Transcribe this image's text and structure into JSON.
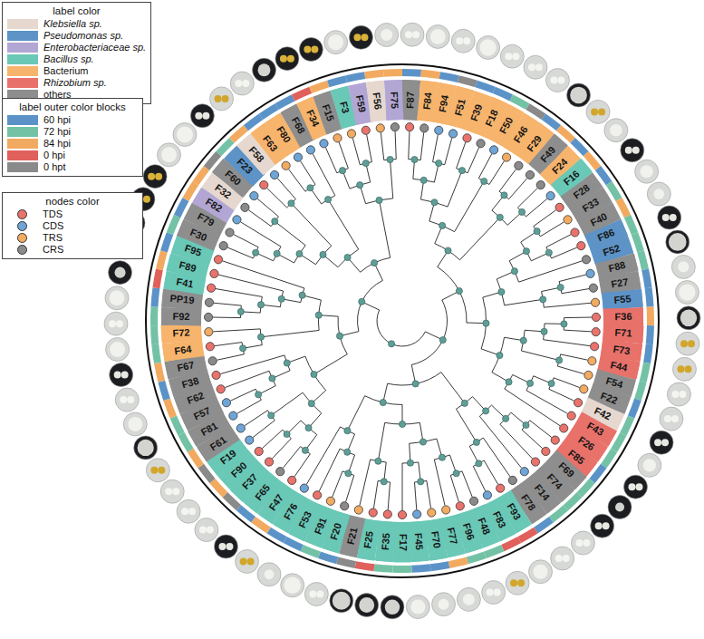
{
  "diagram": {
    "nodes": [
      {
        "text": [
          "F87"
        ]
      },
      {
        "text": [
          "F84"
        ]
      },
      {
        "text": [
          "F94"
        ]
      },
      {
        "text": [
          "F51"
        ]
      },
      {
        "text": [
          "F39"
        ]
      },
      {
        "text": [
          "F18"
        ]
      },
      {
        "text": [
          "F50"
        ]
      },
      {
        "text": [
          "F46"
        ]
      },
      {
        "text": [
          "F29"
        ]
      },
      {
        "text": [
          "F49"
        ]
      },
      {
        "text": [
          "F24"
        ]
      },
      {
        "text": [
          "F16"
        ]
      },
      {
        "text": [
          "F28"
        ]
      },
      {
        "text": [
          "F33"
        ]
      },
      {
        "text": [
          "F40"
        ]
      },
      {
        "text": [
          "F86"
        ]
      },
      {
        "text": [
          "F52"
        ]
      },
      {
        "text": [
          "F88"
        ]
      },
      {
        "text": [
          "F27"
        ]
      },
      {
        "text": [
          "F55"
        ]
      },
      {
        "text": [
          "F36"
        ]
      },
      {
        "text": [
          "F71"
        ]
      },
      {
        "text": [
          "F73"
        ]
      },
      {
        "text": [
          "F44"
        ]
      },
      {
        "text": [
          "F54"
        ]
      },
      {
        "text": [
          "F22"
        ]
      },
      {
        "text": [
          "F42"
        ]
      },
      {
        "text": [
          "F43"
        ]
      },
      {
        "text": [
          "F26"
        ]
      },
      {
        "text": [
          "F85"
        ]
      },
      {
        "text": [
          "F69"
        ]
      },
      {
        "text": [
          "F74"
        ]
      },
      {
        "text": [
          "F14"
        ]
      },
      {
        "text": [
          "F78"
        ]
      },
      {
        "text": [
          "F93"
        ]
      },
      {
        "text": [
          "F83"
        ]
      },
      {
        "text": [
          "F48"
        ]
      },
      {
        "text": [
          "F96"
        ]
      },
      {
        "text": [
          "F77"
        ]
      },
      {
        "text": [
          "F70"
        ]
      },
      {
        "text": [
          "F45"
        ]
      },
      {
        "text": [
          "F17"
        ]
      },
      {
        "text": [
          "F35"
        ]
      },
      {
        "text": [
          "F25"
        ]
      },
      {
        "text": [
          "F21"
        ]
      },
      {
        "text": [
          "F20"
        ]
      },
      {
        "text": [
          "F91"
        ]
      },
      {
        "text": [
          "F53"
        ]
      },
      {
        "text": [
          "F76"
        ]
      },
      {
        "text": [
          "F47"
        ]
      },
      {
        "text": [
          "F65"
        ]
      },
      {
        "text": [
          "F37"
        ]
      },
      {
        "text": [
          "F90"
        ]
      },
      {
        "text": [
          "F19"
        ]
      },
      {
        "text": [
          "F61"
        ]
      },
      {
        "text": [
          "F81"
        ]
      },
      {
        "text": [
          "F57"
        ]
      },
      {
        "text": [
          "F62"
        ]
      },
      {
        "text": [
          "F38"
        ]
      },
      {
        "text": [
          "F67"
        ]
      },
      {
        "text": [
          "F64"
        ]
      },
      {
        "text": [
          "F72"
        ]
      },
      {
        "text": [
          "F92"
        ]
      },
      {
        "text": [
          "PP19"
        ]
      },
      {
        "text": [
          "F41"
        ]
      },
      {
        "text": [
          "F89"
        ]
      },
      {
        "text": [
          "F95"
        ]
      },
      {
        "text": [
          "F30"
        ]
      },
      {
        "text": [
          "F79"
        ]
      },
      {
        "text": [
          "F82"
        ]
      },
      {
        "text": [
          "F32"
        ]
      },
      {
        "text": [
          "F60"
        ]
      },
      {
        "text": [
          "F23"
        ]
      },
      {
        "text": [
          "F58"
        ]
      },
      {
        "text": [
          "F63"
        ]
      },
      {
        "text": [
          "F80"
        ]
      },
      {
        "text": [
          "F68"
        ]
      },
      {
        "text": [
          "F34"
        ]
      },
      {
        "text": [
          "F15"
        ]
      },
      {
        "text": [
          "F3"
        ]
      },
      {
        "text": [
          "F59"
        ]
      },
      {
        "text": [
          "F56"
        ]
      },
      {
        "text": [
          "F75"
        ]
      }
    ],
    "labels": [
      "label color",
      "label outer color blocks",
      "nodes color"
    ],
    "legend": [
      {
        "text": "Klebsiella sp.",
        "color": "#e6d8cf"
      },
      {
        "text": "Pseudomonas sp.",
        "color": "#5d93c6"
      },
      {
        "text": "Enterobacteriaceae sp.",
        "color": "#b2a6d4"
      },
      {
        "text": "Bacillus sp.",
        "color": "#6ac8b6"
      },
      {
        "text": "Bacterium",
        "color": "#f7b46c"
      },
      {
        "text": "Rhizobium sp.",
        "color": "#e8716a"
      },
      {
        "text": "others",
        "color": "#8e8e8e"
      },
      {
        "text": "60 hpi",
        "color": "#5b93c8"
      },
      {
        "text": "72 hpi",
        "color": "#74c2a6"
      },
      {
        "text": "84 hpi",
        "color": "#f2aa60"
      },
      {
        "text": "0 hpi",
        "color": "#e0605b"
      },
      {
        "text": "0 hpt",
        "color": "#8a8a8a"
      },
      {
        "text": "TDS",
        "color": "#e9736c"
      },
      {
        "text": "CDS",
        "color": "#6ea5d6"
      },
      {
        "text": "TRS",
        "color": "#f2ab62"
      },
      {
        "text": "CRS",
        "color": "#8a8a8a"
      }
    ]
  }
}
